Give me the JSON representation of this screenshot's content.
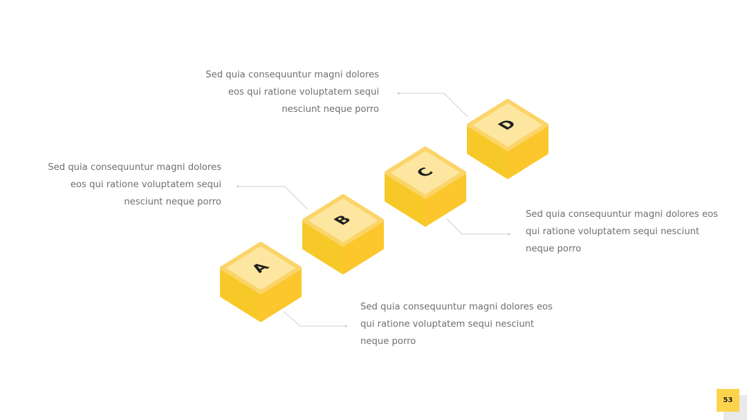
{
  "steps": [
    {
      "letter": "A",
      "lines": [
        "Sed quia consequuntur magni dolores eos",
        "qui ratione voluptatem sequi nesciunt",
        "neque porro"
      ]
    },
    {
      "letter": "B",
      "lines": [
        "Sed quia consequuntur magni dolores",
        "eos qui ratione voluptatem sequi",
        "nesciunt neque porro"
      ]
    },
    {
      "letter": "C",
      "lines": [
        "Sed quia consequuntur magni dolores eos",
        "qui ratione voluptatem sequi nesciunt",
        "neque porro"
      ]
    },
    {
      "letter": "D",
      "lines": [
        "Sed quia consequuntur magni dolores",
        "eos qui ratione voluptatem sequi",
        "nesciunt neque porro"
      ]
    }
  ],
  "page_number": "53",
  "colors": {
    "cube_top": "#fde7a0",
    "cube_top_edge": "#fbd46a",
    "cube_left": "#f7c928",
    "cube_right": "#fcc72c",
    "letter": "#1f1f1f",
    "connector": "#cfcfcf",
    "text": "#6f6f6f",
    "badge": "#fcd34d"
  }
}
